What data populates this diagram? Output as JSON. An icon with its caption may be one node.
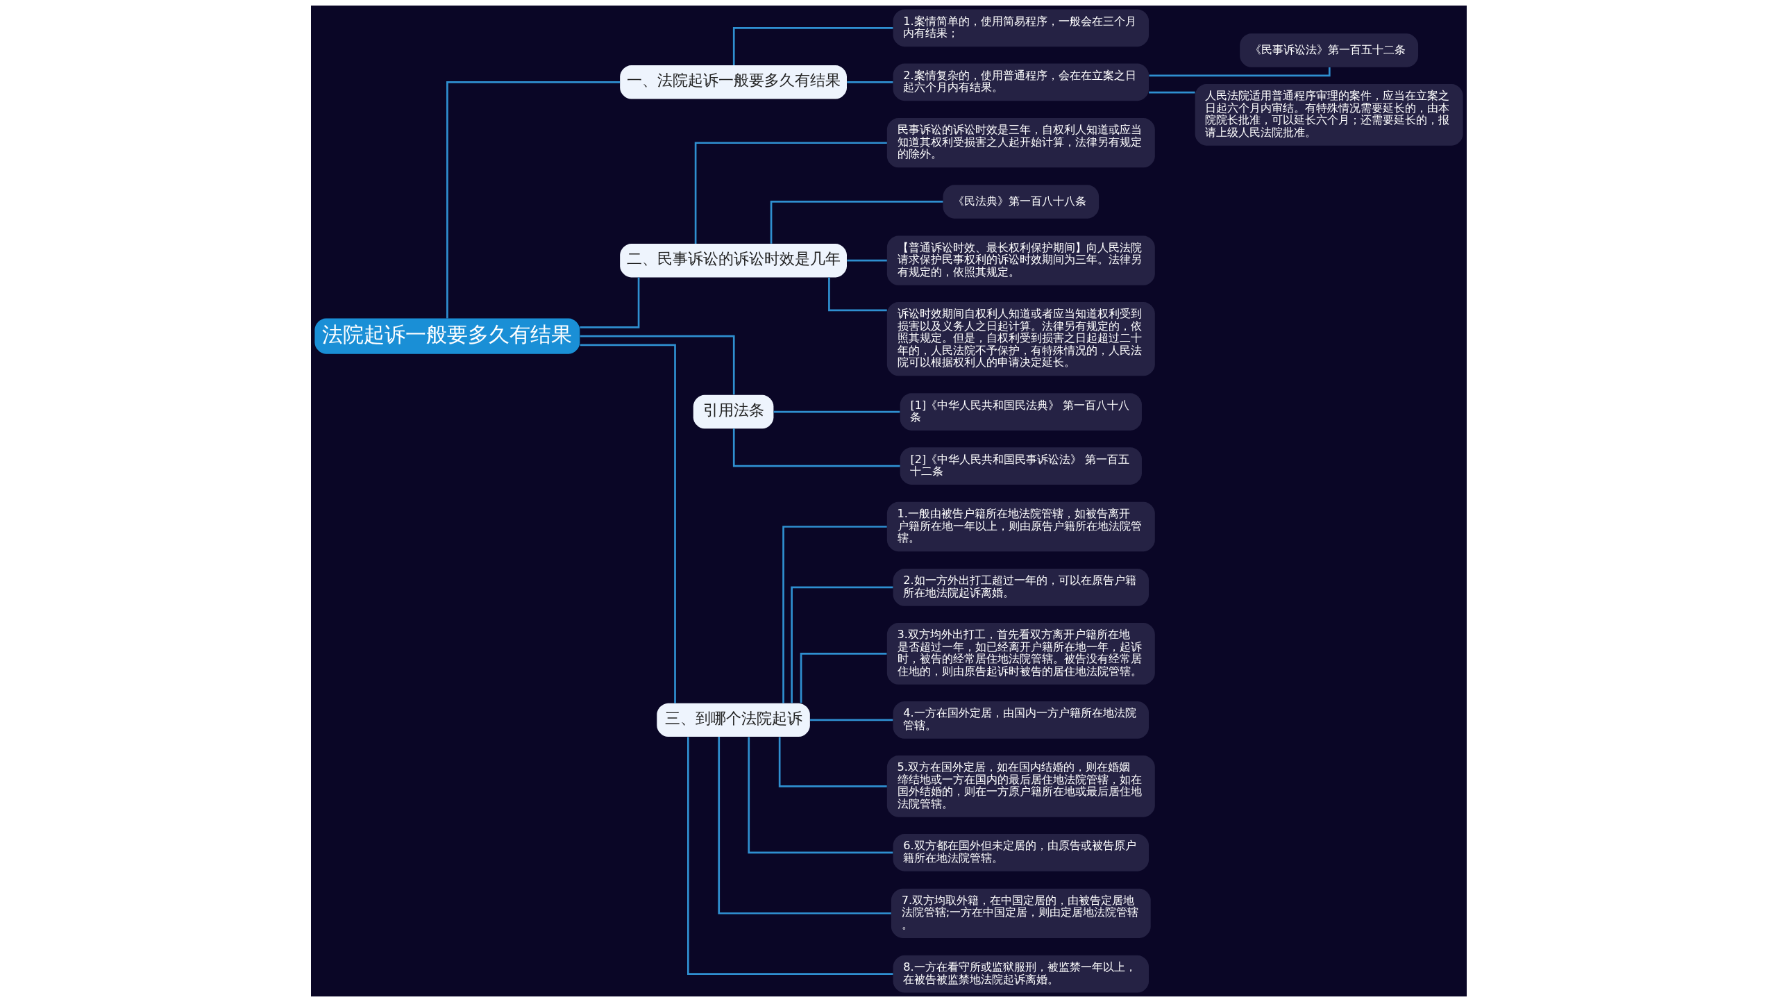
{
  "diagram": {
    "nodes": [
      {
        "text": [
          "法院起诉一般要多久有结果"
        ]
      },
      {
        "text": [
          "一、法院起诉一般要多久有结果"
        ]
      },
      {
        "text": [
          "1.案情简单的，使用简易程序，一般会在三个月内有结果；"
        ]
      },
      {
        "text": [
          "2.案情复杂的，使用普通程序，会在在立案之日起六个月内有结果。"
        ]
      },
      {
        "text": [
          "《民事诉讼法》第一百五十二条"
        ]
      },
      {
        "text": [
          "人民法院适用普通程序审理的案件，应当在立案之日起六个月内审结。有特殊情况需要延长的，由本院院长批准，可以延长六个月；还需要延长的，报请上级人民法院批准。"
        ]
      },
      {
        "text": [
          "二、民事诉讼的诉讼时效是几年"
        ]
      },
      {
        "text": [
          "民事诉讼的诉讼时效是三年，自权利人知道或应当知道其权利受损害之人起开始计算，法律另有规定的除外。"
        ]
      },
      {
        "text": [
          "《民法典》第一百八十八条"
        ]
      },
      {
        "text": [
          "【普通诉讼时效、最长权利保护期间】向人民法院请求保护民事权利的诉讼时效期间为三年。法律另有规定的，依照其规定。"
        ]
      },
      {
        "text": [
          "诉讼时效期间自权利人知道或者应当知道权利受到损害以及义务人之日起计算。法律另有规定的，依照其规定。但是，自权利受到损害之日起超过二十年的，人民法院不予保护，有特殊情况的，人民法院可以根据权利人的申请决定延长。"
        ]
      },
      {
        "text": [
          "引用法条"
        ]
      },
      {
        "text": [
          "[1]《中华人民共和国民法典》 第一百八十八条"
        ]
      },
      {
        "text": [
          "[2]《中华人民共和国民事诉讼法》 第一百五十二条"
        ]
      },
      {
        "text": [
          "三、到哪个法院起诉"
        ]
      },
      {
        "text": [
          "1.一般由被告户籍所在地法院管辖，如被告离开户籍所在地一年以上，则由原告户籍所在地法院管辖。"
        ]
      },
      {
        "text": [
          "2.如一方外出打工超过一年的，可以在原告户籍所在地法院起诉离婚。"
        ]
      },
      {
        "text": [
          "3.双方均外出打工，首先看双方离开户籍所在地是否超过一年，如已经离开户籍所在地一年，起诉时，被告的经常居住地法院管辖。被告没有经常居住地的，则由原告起诉时被告的居住地法院管辖。"
        ]
      },
      {
        "text": [
          "4.一方在国外定居，由国内一方户籍所在地法院管辖。"
        ]
      },
      {
        "text": [
          "5.双方在国外定居，如在国内结婚的，则在婚姻缔结地或一方在国内的最后居住地法院管辖，如在国外结婚的，则在一方原户籍所在地或最后居住地法院管辖。"
        ]
      },
      {
        "text": [
          "6.双方都在国外但未定居的，由原告或被告原户籍所在地法院管辖。"
        ]
      },
      {
        "text": [
          "7.双方均取外籍，在中国定居的，由被告定居地法院管辖;一方在中国定居，则由定居地法院管辖。"
        ]
      },
      {
        "text": [
          "8.一方在看守所或监狱服刑，被监禁一年以上，在被告被监禁地法院起诉离婚。"
        ]
      }
    ],
    "edges": [
      {
        "from": 0,
        "to": 1,
        "arrow": "none"
      },
      {
        "from": 1,
        "to": 2,
        "arrow": "none"
      },
      {
        "from": 1,
        "to": 3,
        "arrow": "none"
      },
      {
        "from": 3,
        "to": 4,
        "arrow": "none"
      },
      {
        "from": 3,
        "to": 5,
        "arrow": "none"
      },
      {
        "from": 0,
        "to": 6,
        "arrow": "none"
      },
      {
        "from": 6,
        "to": 7,
        "arrow": "none"
      },
      {
        "from": 6,
        "to": 8,
        "arrow": "none"
      },
      {
        "from": 6,
        "to": 9,
        "arrow": "none"
      },
      {
        "from": 6,
        "to": 10,
        "arrow": "none"
      },
      {
        "from": 0,
        "to": 11,
        "arrow": "none"
      },
      {
        "from": 11,
        "to": 12,
        "arrow": "none"
      },
      {
        "from": 11,
        "to": 13,
        "arrow": "none"
      },
      {
        "from": 0,
        "to": 14,
        "arrow": "none"
      },
      {
        "from": 14,
        "to": 15,
        "arrow": "none"
      },
      {
        "from": 14,
        "to": 16,
        "arrow": "none"
      },
      {
        "from": 14,
        "to": 17,
        "arrow": "none"
      },
      {
        "from": 14,
        "to": 18,
        "arrow": "none"
      },
      {
        "from": 14,
        "to": 19,
        "arrow": "none"
      },
      {
        "from": 14,
        "to": 20,
        "arrow": "none"
      },
      {
        "from": 14,
        "to": 21,
        "arrow": "none"
      },
      {
        "from": 14,
        "to": 22,
        "arrow": "none"
      }
    ]
  }
}
